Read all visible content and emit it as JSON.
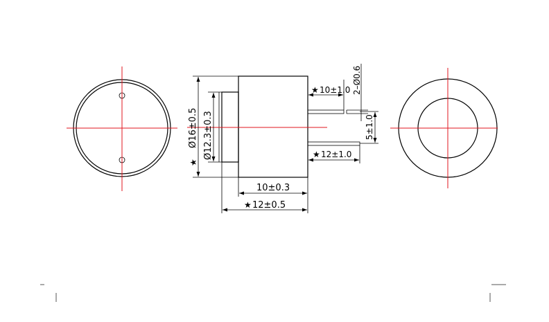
{
  "dimensions": {
    "outer_diameter": "Ø16±0.5",
    "inner_diameter": "Ø12.3±0.3",
    "body_length": "10±0.3",
    "total_length": "12±0.5",
    "pin_diameter": "2–Ø0.6",
    "pin_length_top": "10±1.0",
    "pin_length_bottom": "12±1.0",
    "pin_spacing": "5±1.0"
  },
  "symbols": {
    "key_dimension": "★"
  },
  "colors": {
    "line": "#000000",
    "centerline": "#e0141e",
    "background": "#ffffff"
  }
}
